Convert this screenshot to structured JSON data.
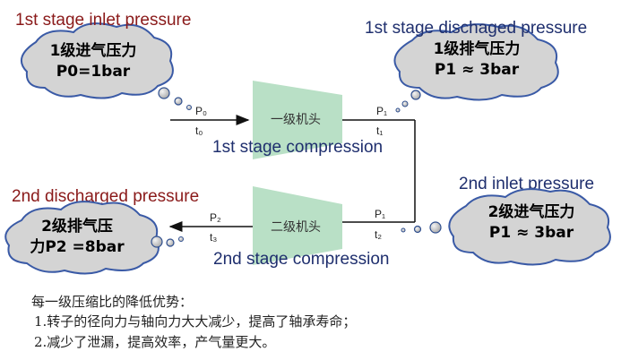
{
  "clouds": {
    "top_left": {
      "caption": "1st stage inlet pressure",
      "line1": "1级进气压力",
      "line2": "P0=1bar"
    },
    "top_right": {
      "caption": "1st stage dischaged pressure",
      "line1": "1级排气压力",
      "line2": "P1 ≈ 3bar"
    },
    "bot_left": {
      "caption": "2nd discharged pressure",
      "line1": "2级排气压",
      "line2": "力P2 =8bar"
    },
    "bot_right": {
      "caption": "2nd inlet pressure",
      "line1": "2级进气压力",
      "line2": "P1 ≈ 3bar"
    }
  },
  "stage1": {
    "label": "一级机头",
    "caption": "1st stage compression",
    "in_p": "P₀",
    "in_t": "t₀",
    "out_p": "P₁",
    "out_t": "t₁"
  },
  "stage2": {
    "label": "二级机头",
    "caption": "2nd stage compression",
    "in_p": "P₁",
    "in_t": "t₂",
    "out_p": "P₂",
    "out_t": "t₃"
  },
  "notes": {
    "heading": "每一级压缩比的降低优势：",
    "items": [
      "1.转子的径向力与轴向力大大减少，提高了轴承寿命；",
      "2.减少了泄漏，提高效率，产气量更大。"
    ]
  },
  "colors": {
    "cloud_fill": "#d4d4d4",
    "cloud_stroke": "#3a5aa6",
    "compressor_fill": "#b9e0c6",
    "caption_red": "#8a1a1a",
    "caption_navy": "#1f2f6e"
  }
}
